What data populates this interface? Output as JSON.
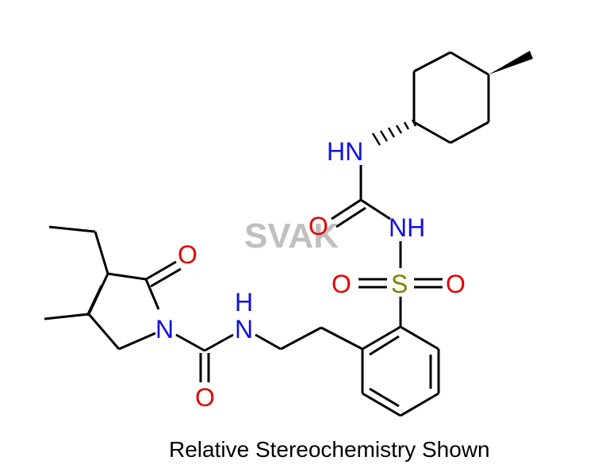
{
  "colors": {
    "bond": "#000000",
    "nitrogen": "#1010e0",
    "oxygen": "#e00000",
    "sulfur": "#808000",
    "watermark": "#c0c0c0",
    "caption": "#000000"
  },
  "watermark": "SVAK",
  "caption": "Relative Stereochemistry Shown",
  "atoms": {
    "n_cyclohexyl": "HN",
    "o_urea": "O",
    "n_sulfonyl": "NH",
    "s": "S",
    "o_s_left": "O",
    "o_s_right": "O",
    "o_ring": "O",
    "n_ring": "N",
    "h_amide": "H",
    "n_amide": "N",
    "o_amide": "O"
  }
}
